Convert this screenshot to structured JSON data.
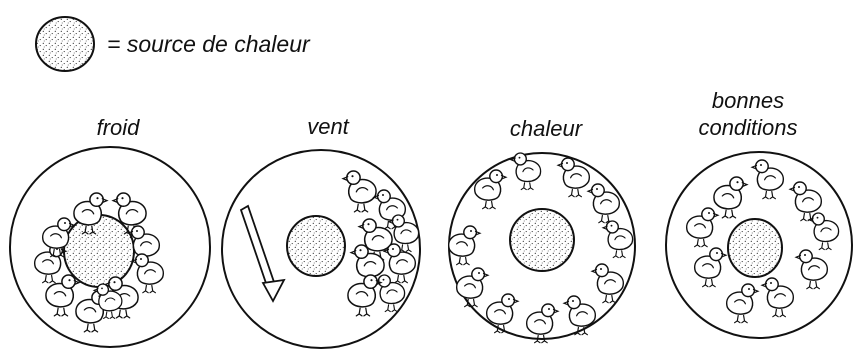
{
  "legend": {
    "text": "= source de chaleur",
    "icon": "heat-source-stipple-icon"
  },
  "panels": [
    {
      "id": "froid",
      "label_lines": [
        "froid"
      ]
    },
    {
      "id": "vent",
      "label_lines": [
        "vent"
      ]
    },
    {
      "id": "chaleur",
      "label_lines": [
        "chaleur"
      ]
    },
    {
      "id": "bonnes-conditions",
      "label_lines": [
        "bonnes",
        "conditions"
      ]
    }
  ],
  "colors": {
    "ink": "#111111",
    "paper": "#ffffff"
  },
  "icons": {
    "chick": "chick-icon",
    "heat_source": "heat-source-icon",
    "wind_arrow": "wind-arrow-icon"
  }
}
